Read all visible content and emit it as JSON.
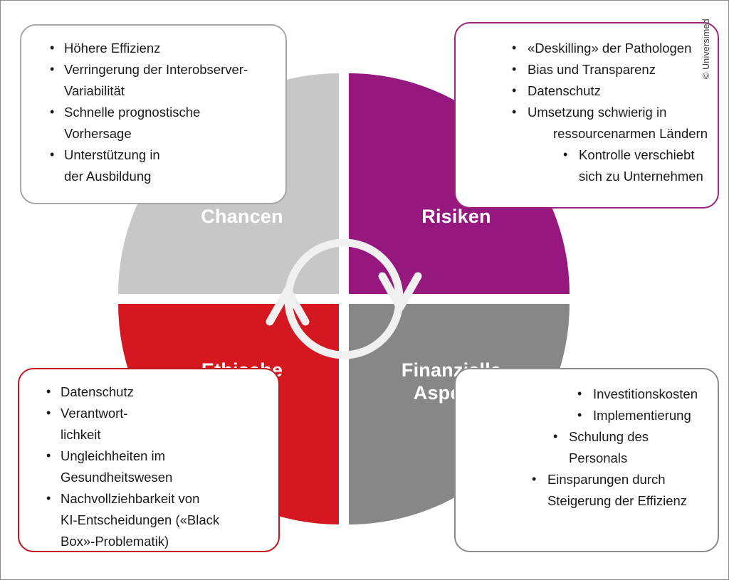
{
  "figure": {
    "copyright": "© Universimed"
  },
  "wheel": {
    "quadrants": [
      {
        "key": "chancen",
        "label": "Chancen",
        "color": "#c7c7c7",
        "position": "top-left"
      },
      {
        "key": "risiken",
        "label": "Risiken",
        "color": "#96187f",
        "position": "top-right"
      },
      {
        "key": "ethische",
        "label": "Ethische\nAspekte",
        "color": "#d51820",
        "position": "bottom-left"
      },
      {
        "key": "finanz",
        "label": "Finanzielle\nAspekte",
        "color": "#878787",
        "position": "bottom-right"
      }
    ],
    "arrows": [
      {
        "name": "arrow-chancen-to-risiken",
        "from": "chancen",
        "to": "risiken",
        "direction": "clockwise-top",
        "color": "#ffffff"
      },
      {
        "name": "arrow-finanz-to-ethische",
        "from": "finanz",
        "to": "ethische",
        "direction": "clockwise-bottom",
        "color": "#ffffff"
      }
    ],
    "divider_color": "#ffffff"
  },
  "callouts": {
    "chancen": {
      "border_color": "#a6a6a6",
      "items": [
        {
          "text": "Höhere Effizienz",
          "indent": 0
        },
        {
          "text": "Verringerung der Interobserver-",
          "indent": 0
        },
        {
          "text": "Variabilität",
          "indent": 0,
          "continuation": true
        },
        {
          "text": "Schnelle prognostische",
          "indent": 0
        },
        {
          "text": "Vorhersage",
          "indent": 0,
          "continuation": true
        },
        {
          "text": "Unterstützung in",
          "indent": 0
        },
        {
          "text": "der Ausbildung",
          "indent": 0,
          "continuation": true
        }
      ]
    },
    "risiken": {
      "border_color": "#9a2480",
      "items": [
        {
          "text": "«Deskilling» der Pathologen",
          "indent": 0
        },
        {
          "text": "Bias und Transparenz",
          "indent": 0
        },
        {
          "text": "Datenschutz",
          "indent": 0
        },
        {
          "text": "Umsetzung schwierig in",
          "indent": 0
        },
        {
          "text": "ressourcenarmen Ländern",
          "indent": 1,
          "continuation": true
        },
        {
          "text": "Kontrolle verschiebt",
          "indent": 2
        },
        {
          "text": "sich zu Unternehmen",
          "indent": 2,
          "continuation": true
        }
      ]
    },
    "ethische": {
      "border_color": "#c3161c",
      "items": [
        {
          "text": "Datenschutz",
          "indent": 0
        },
        {
          "text": "Verantwort-",
          "indent": 0
        },
        {
          "text": "lichkeit",
          "indent": 0,
          "continuation": true
        },
        {
          "text": "Ungleichheiten im",
          "indent": 0
        },
        {
          "text": "Gesundheitswesen",
          "indent": 0,
          "continuation": true
        },
        {
          "text": "Nachvollziehbarkeit von",
          "indent": 0
        },
        {
          "text": "KI-Entscheidungen («Black",
          "indent": 0,
          "continuation": true
        },
        {
          "text": "Box»-Problematik)",
          "indent": 0,
          "continuation": true
        }
      ]
    },
    "finanz": {
      "border_color": "#8c8c8c",
      "items": [
        {
          "text": "Investitionskosten",
          "indent": 2
        },
        {
          "text": "Implementierung",
          "indent": 2
        },
        {
          "text": "Schulung des",
          "indent": 1
        },
        {
          "text": "Personals",
          "indent": 1,
          "continuation": true
        },
        {
          "text": "Einsparungen durch",
          "indent": 0
        },
        {
          "text": "Steigerung der Effizienz",
          "indent": 0,
          "continuation": true
        }
      ]
    }
  }
}
